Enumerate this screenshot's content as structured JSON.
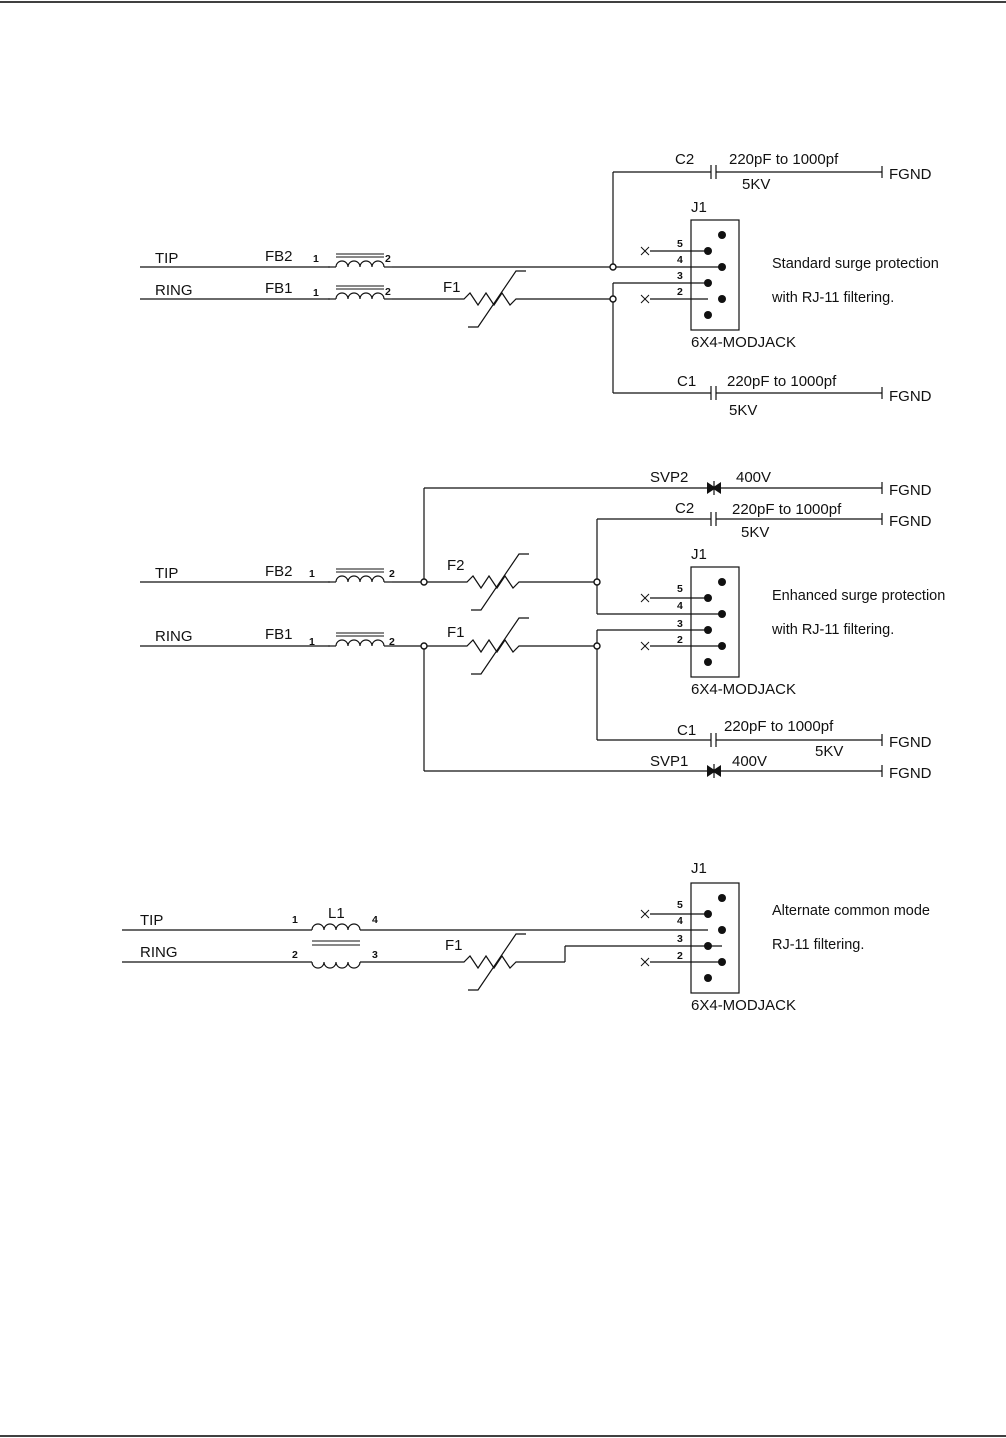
{
  "circuits": {
    "standard": {
      "tip": "TIP",
      "ring": "RING",
      "fb2": "FB2",
      "fb1": "FB1",
      "pin1": "1",
      "pin2": "2",
      "f1": "F1",
      "c2": "C2",
      "c2_value": "220pF to 1000pf",
      "c2_voltage": "5KV",
      "c1": "C1",
      "c1_value": "220pF to 1000pf",
      "c1_voltage": "5KV",
      "fgnd": "FGND",
      "jack_ref": "J1",
      "jack_name": "6X4-MODJACK",
      "jack_pins": [
        "5",
        "4",
        "3",
        "2"
      ],
      "note_line1": "Standard surge protection",
      "note_line2": "with RJ-11 filtering."
    },
    "enhanced": {
      "tip": "TIP",
      "ring": "RING",
      "fb2": "FB2",
      "fb1": "FB1",
      "pin1": "1",
      "pin2": "2",
      "f2": "F2",
      "f1": "F1",
      "svp2": "SVP2",
      "svp2_voltage": "400V",
      "svp1": "SVP1",
      "svp1_voltage": "400V",
      "c2": "C2",
      "c2_value": "220pF to 1000pf",
      "c2_voltage": "5KV",
      "c1": "C1",
      "c1_value": "220pF to 1000pf",
      "c1_voltage": "5KV",
      "fgnd": "FGND",
      "jack_ref": "J1",
      "jack_name": "6X4-MODJACK",
      "jack_pins": [
        "5",
        "4",
        "3",
        "2"
      ],
      "note_line1": "Enhanced surge protection",
      "note_line2": "with RJ-11 filtering."
    },
    "alternate": {
      "tip": "TIP",
      "ring": "RING",
      "l1": "L1",
      "l1_pins": [
        "1",
        "4",
        "2",
        "3"
      ],
      "f1": "F1",
      "jack_ref": "J1",
      "jack_name": "6X4-MODJACK",
      "jack_pins": [
        "5",
        "4",
        "3",
        "2"
      ],
      "note_line1": "Alternate common mode",
      "note_line2": "RJ-11 filtering."
    }
  }
}
